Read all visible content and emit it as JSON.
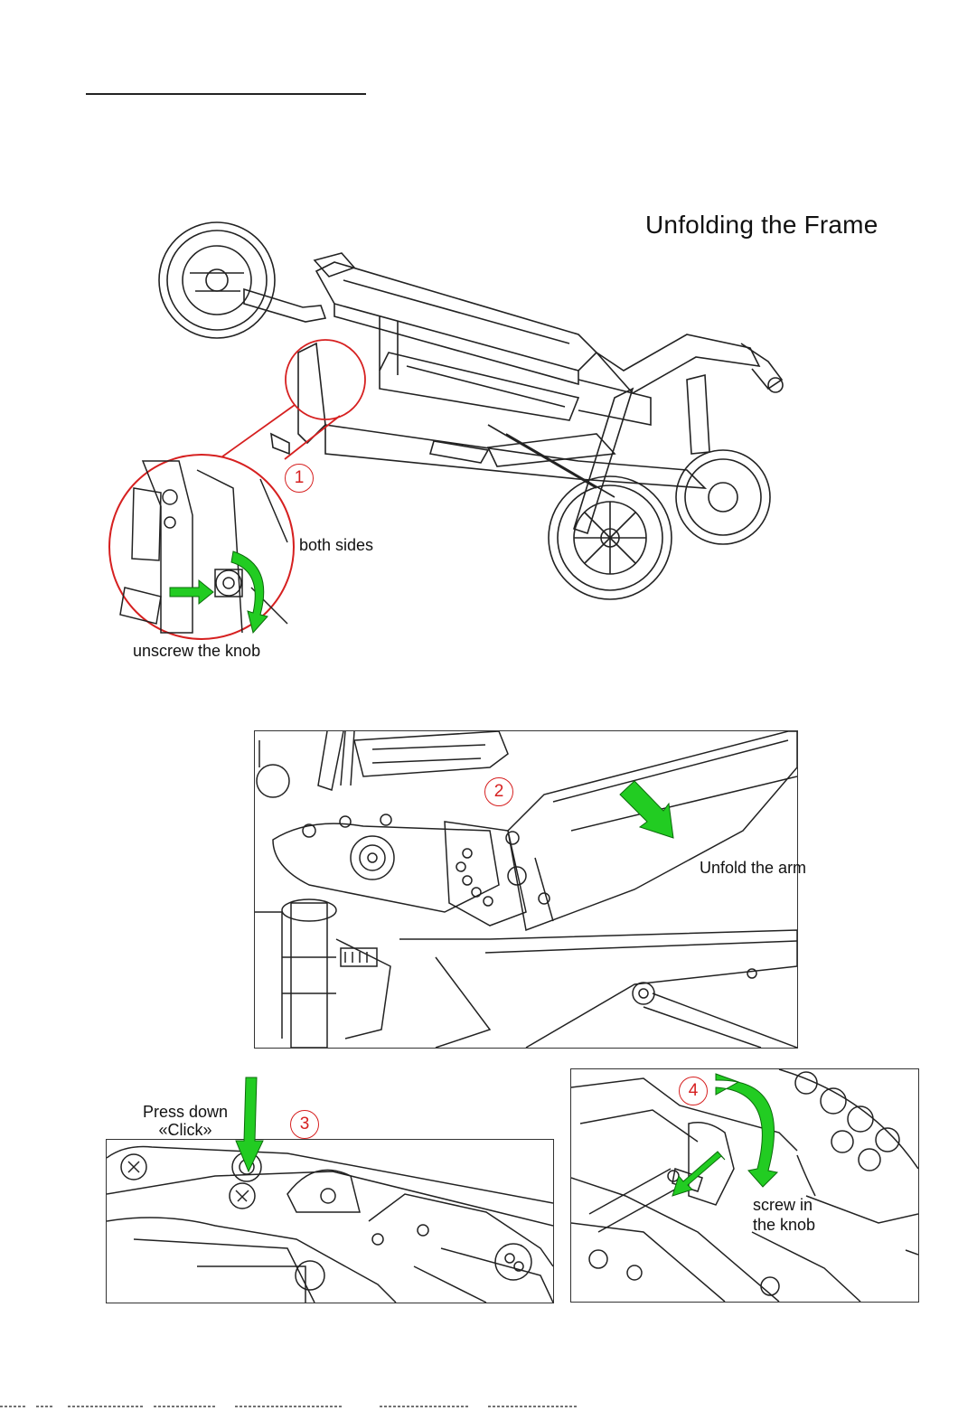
{
  "page": {
    "title": "Unfolding the Frame"
  },
  "steps": [
    {
      "number": "1",
      "labels": [
        "both sides",
        "unscrew the knob"
      ]
    },
    {
      "number": "2",
      "labels": [
        "Unfold the arm"
      ]
    },
    {
      "number": "3",
      "labels": [
        "Press down",
        "«Click»"
      ]
    },
    {
      "number": "4",
      "labels": [
        "screw in",
        "the knob"
      ]
    }
  ],
  "colors": {
    "arrow": "#22cc22",
    "callout": "#d62020",
    "line": "#222222"
  }
}
